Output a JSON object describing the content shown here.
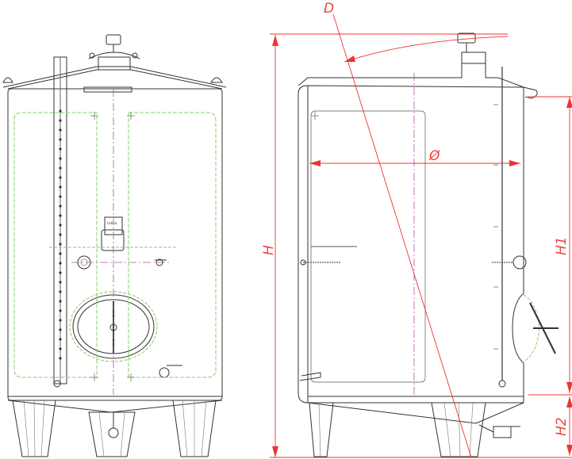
{
  "dimension_labels": {
    "diagonal": "D",
    "diameter": "Ø",
    "height": "H",
    "height_body": "H1",
    "height_legs": "H2"
  },
  "nameplate": {
    "brand": "Letina"
  },
  "colors": {
    "outline": "#333333",
    "dimension": "#ee3333",
    "jacket": "#88cc66",
    "centerline": "#aa55aa"
  }
}
